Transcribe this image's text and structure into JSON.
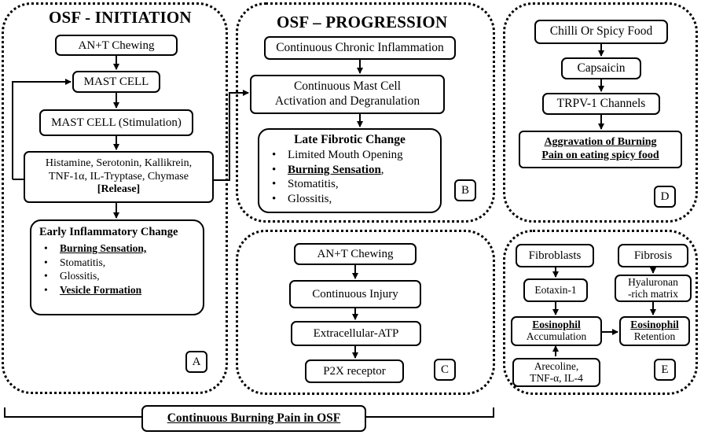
{
  "panel_a": {
    "title": "OSF - INITIATION",
    "letter": "A",
    "chewing": "AN+T Chewing",
    "mast_cell": "MAST CELL",
    "mast_cell_stim": "MAST CELL (Stimulation)",
    "mediators_line1": "Histamine, Serotonin, Kallikrein,",
    "mediators_line2": "TNF-1α, IL-Tryptase, Chymase",
    "mediators_release": "[Release]",
    "early_title": "Early Inflammatory Change",
    "early_items": [
      "Burning Sensation,",
      "Stomatitis,",
      "Glossitis,",
      "Vesicle Formation"
    ]
  },
  "panel_b": {
    "title": "OSF – PROGRESSION",
    "letter": "B",
    "inflammation": "Continuous Chronic Inflammation",
    "activation_line1": "Continuous Mast Cell",
    "activation_line2": "Activation and Degranulation",
    "late_title": "Late Fibrotic Change",
    "late_items": [
      "Limited Mouth Opening",
      "Burning Sensation",
      "Stomatitis,",
      "Glossitis,"
    ],
    "late_item2_suffix": ","
  },
  "panel_c": {
    "letter": "C",
    "chewing": "AN+T Chewing",
    "injury": "Continuous Injury",
    "atp": "Extracellular-ATP",
    "receptor": "P2X receptor"
  },
  "panel_d": {
    "letter": "D",
    "food": "Chilli Or Spicy Food",
    "capsaicin": "Capsaicin",
    "trpv": "TRPV-1 Channels",
    "aggravation_line1": "Aggravation of Burning",
    "aggravation_line2": "Pain on eating spicy food"
  },
  "panel_e": {
    "letter": "E",
    "fibroblasts": "Fibroblasts",
    "fibrosis": "Fibrosis",
    "eotaxin": "Eotaxin-1",
    "hyaluronan_line1": "Hyaluronan",
    "hyaluronan_line2": "-rich matrix",
    "eosinophil_a": "Eosinophil",
    "accumulation": "Accumulation",
    "eosinophil_b": "Eosinophil",
    "retention": "Retention",
    "arecoline_line1": "Arecoline,",
    "arecoline_line2": "TNF-α, IL-4"
  },
  "footer": {
    "label": "Continuous Burning Pain in OSF"
  }
}
